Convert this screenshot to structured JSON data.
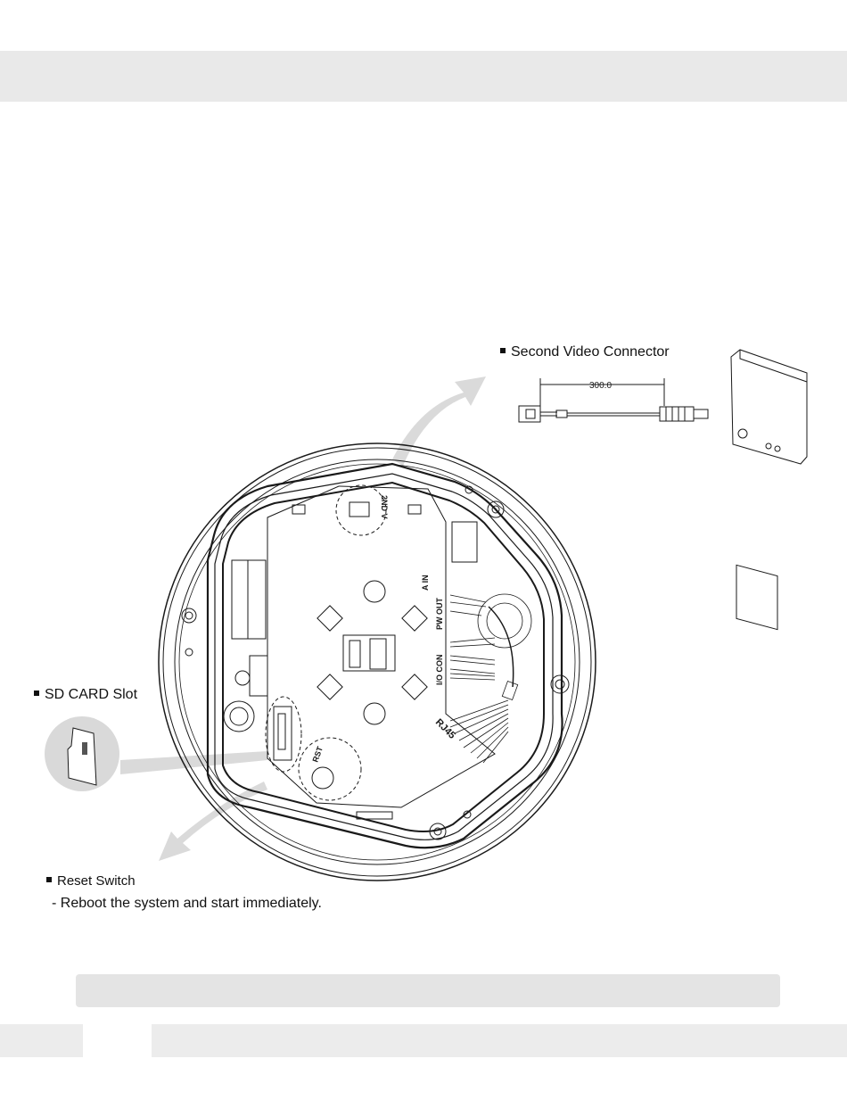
{
  "callouts": {
    "second_video_connector": "Second Video Connector",
    "sd_card_slot": "SD CARD Slot",
    "reset_switch": "Reset Switch",
    "reset_switch_desc": "- Reboot the system and start immediately."
  },
  "cable": {
    "length_label": "300.0"
  },
  "board_labels": {
    "video2": "2ND V",
    "audio_in": "A IN",
    "pw_out": "PW OUT",
    "io_con": "I/O CON",
    "rj45": "RJ45",
    "reset": "RST"
  },
  "colors": {
    "arrow": "#d9d9d9",
    "line": "#1a1a1a",
    "band": "#e9e9e9"
  }
}
